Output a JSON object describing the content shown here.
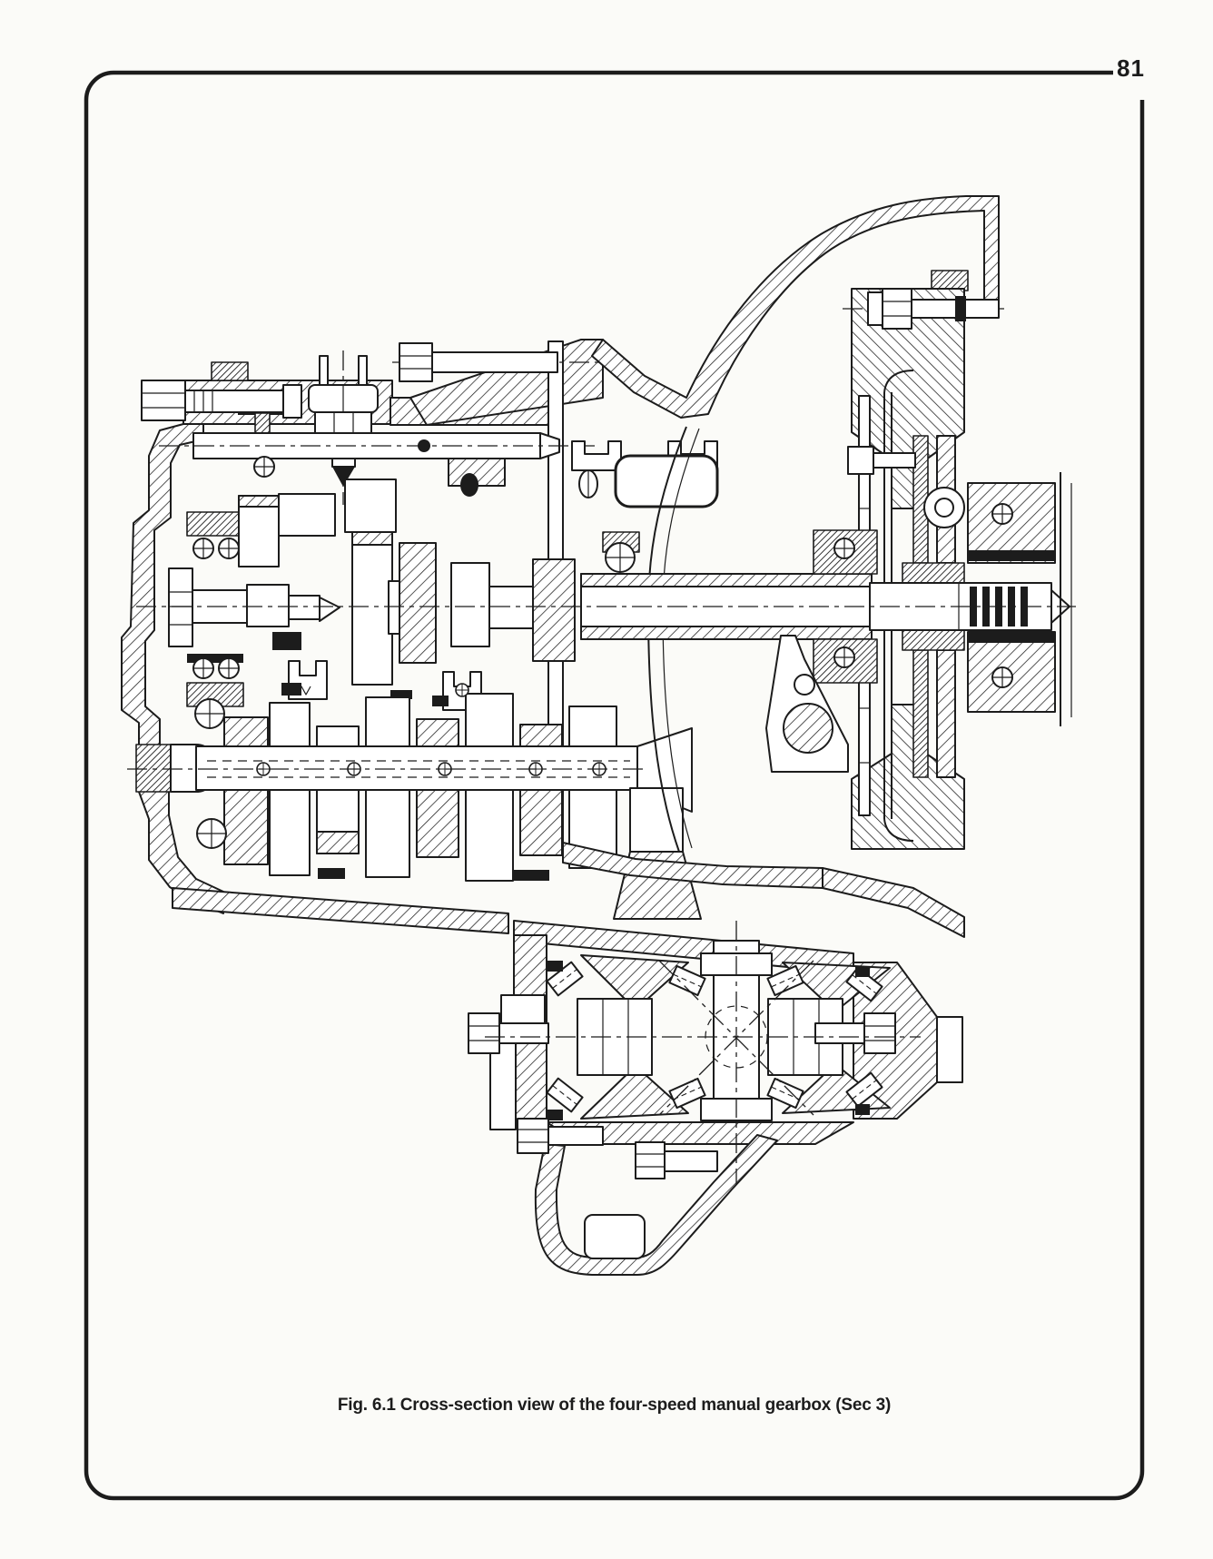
{
  "page": {
    "number": "81",
    "paper_color": "#fbfbf8",
    "ink_color": "#1c1c1c"
  },
  "figure": {
    "caption": "Fig. 6.1 Cross-section view of the four-speed manual gearbox (Sec 3)",
    "figure_number": "Fig. 6.1",
    "section_reference": "Sec 3",
    "subject": "Cross-section view of the four-speed manual gearbox",
    "drawing_type": "black-and-white engineering cross-section line drawing with hatched sections"
  }
}
